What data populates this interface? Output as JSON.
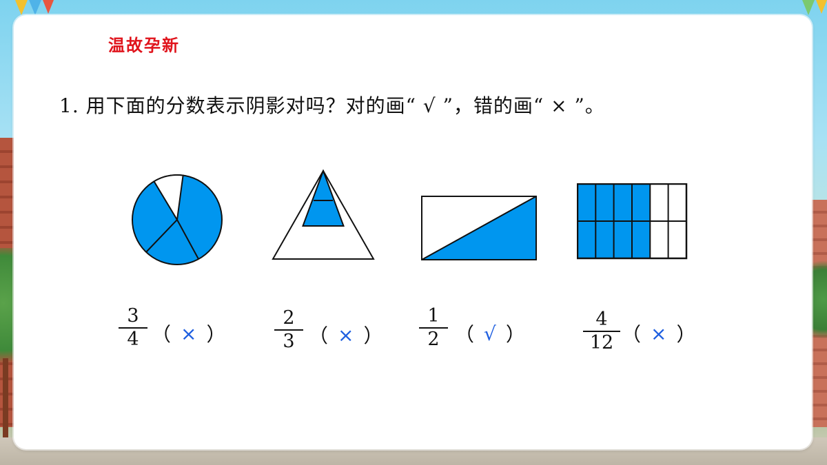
{
  "section_title": "温故孕新",
  "question": "1. 用下面的分数表示阴影对吗？对的画“ √ ”，错的画“ × ”。",
  "colors": {
    "shade": "#0096ef",
    "title_red": "#e0141c",
    "answer_blue": "#1f5fe0"
  },
  "items": [
    {
      "figure": "circle-icon",
      "numerator": "3",
      "denominator": "4",
      "open": "（",
      "mark": "×",
      "close": "）"
    },
    {
      "figure": "triangle-icon",
      "numerator": "2",
      "denominator": "3",
      "open": "（",
      "mark": "×",
      "close": "）"
    },
    {
      "figure": "rectangle-icon",
      "numerator": "1",
      "denominator": "2",
      "open": "（",
      "mark": "√",
      "close": "）"
    },
    {
      "figure": "grid-icon",
      "numerator": "4",
      "denominator": "12",
      "open": "（",
      "mark": "×",
      "close": "）"
    }
  ]
}
